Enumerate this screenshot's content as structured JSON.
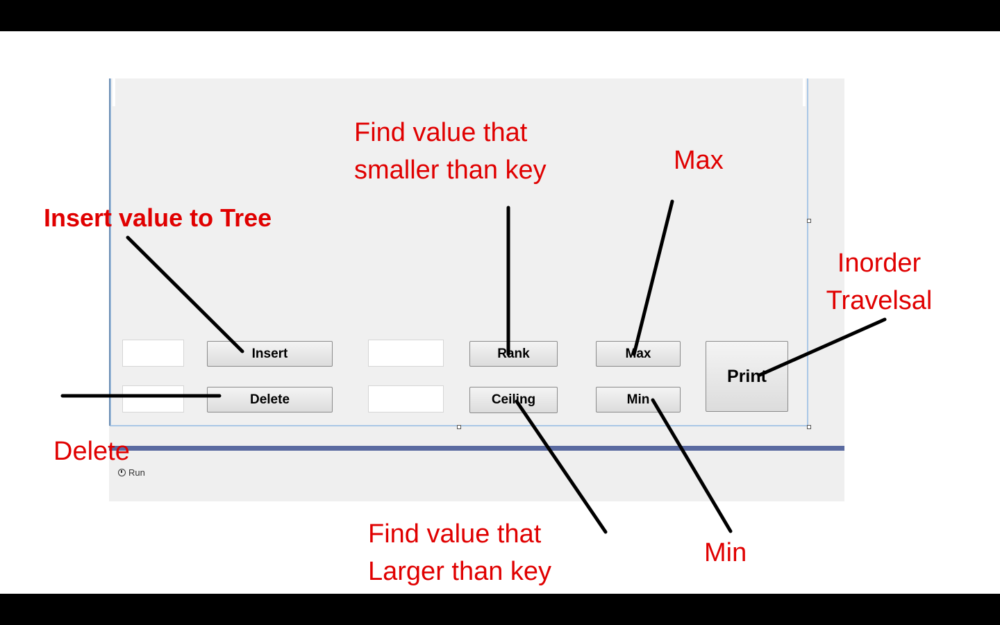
{
  "form": {
    "buttons": {
      "insert": "Insert",
      "delete": "Delete",
      "rank": "Rank",
      "ceiling": "Ceiling",
      "max": "Max",
      "min": "Min",
      "print": "Print"
    },
    "status": {
      "run": "Run"
    }
  },
  "annotations": {
    "insert": "Insert value to Tree",
    "delete": "Delete",
    "rank_line1": "Find value that",
    "rank_line2": "smaller than key",
    "max": "Max",
    "inorder_line1": "Inorder",
    "inorder_line2": "Travelsal",
    "ceiling_line1": "Find value that",
    "ceiling_line2": "Larger than key",
    "min": "Min"
  },
  "colors": {
    "annotation": "#e00000",
    "form_border": "#a9c7e6",
    "separator": "#5a6aa0"
  }
}
